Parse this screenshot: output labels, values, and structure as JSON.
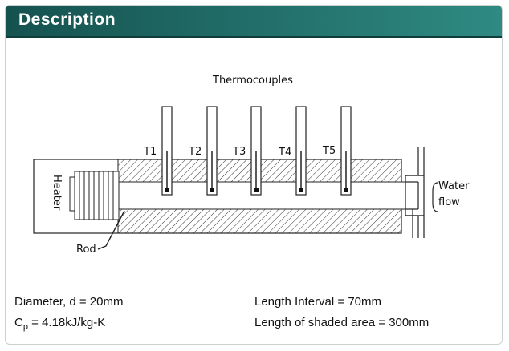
{
  "header": {
    "title": "Description"
  },
  "diagram": {
    "title": "Thermocouples",
    "thermocouples": [
      "T1",
      "T2",
      "T3",
      "T4",
      "T5"
    ],
    "heater_label": "Heater",
    "water_label_line1": "Water",
    "water_label_line2": "flow",
    "rod_label": "Rod"
  },
  "specs": {
    "diameter": "Diameter, d = 20mm",
    "cp_symbol": "C",
    "cp_sub": "p",
    "cp_value": " = 4.18kJ/kg-K",
    "length_interval": "Length Interval = 70mm",
    "shaded_length": "Length of shaded area = 300mm"
  },
  "colors": {
    "header_start": "#15524f",
    "header_end": "#2f8a83"
  }
}
